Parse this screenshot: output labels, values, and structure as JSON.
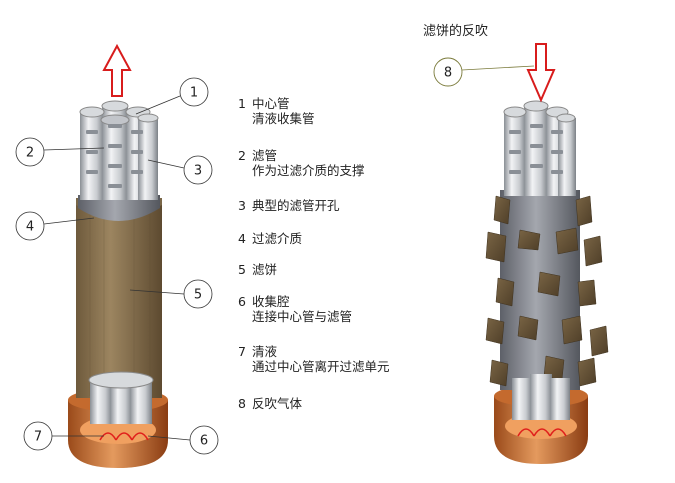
{
  "backflush_title": "滤饼的反吹",
  "callouts": {
    "c1": "1",
    "c2": "2",
    "c3": "3",
    "c4": "4",
    "c5": "5",
    "c6": "6",
    "c7": "7",
    "c8": "8"
  },
  "legend": [
    {
      "num": "1",
      "title": "中心管",
      "sub": "清液收集管"
    },
    {
      "num": "2",
      "title": "滤管",
      "sub": "作为过滤介质的支撑"
    },
    {
      "num": "3",
      "title": "典型的滤管开孔",
      "sub": ""
    },
    {
      "num": "4",
      "title": "过滤介质",
      "sub": ""
    },
    {
      "num": "5",
      "title": "滤饼",
      "sub": ""
    },
    {
      "num": "6",
      "title": "收集腔",
      "sub": "连接中心管与滤管"
    },
    {
      "num": "7",
      "title": "清液",
      "sub": "通过中心管离开过滤单元"
    },
    {
      "num": "8",
      "title": "反吹气体",
      "sub": ""
    }
  ]
}
